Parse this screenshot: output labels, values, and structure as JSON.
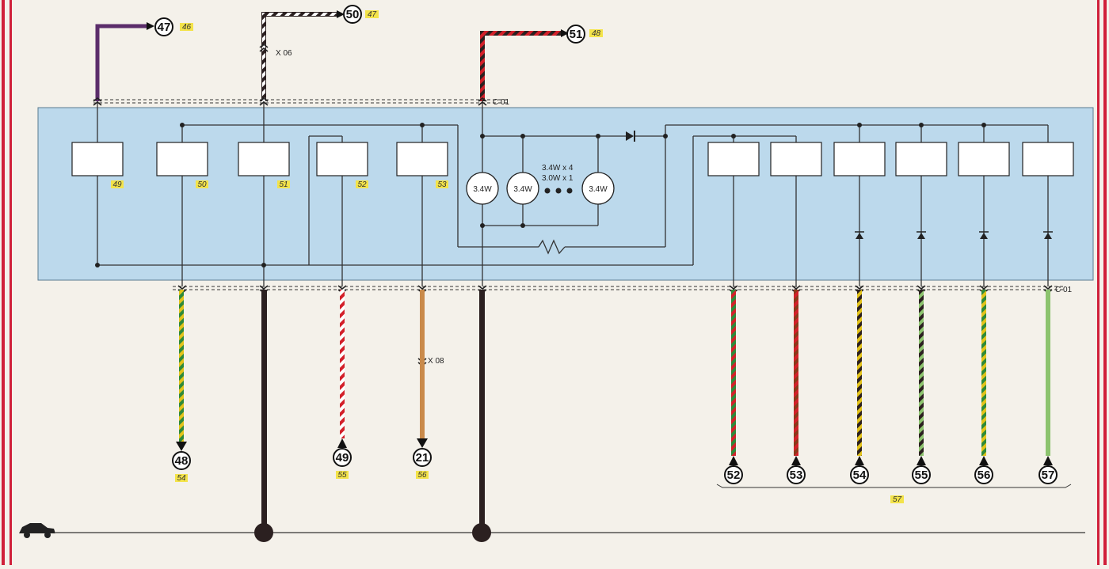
{
  "colors": {
    "panel": "#bcd9ec",
    "border": "#d0203a",
    "wire": "#333333",
    "ref_tag_bg": "#f3e34a",
    "purple": "#5b2d6b",
    "black": "#2b2020",
    "brown": "#8b3a1a",
    "red": "#d3202a",
    "green": "#2e8a3a",
    "yellow": "#e3c31a",
    "orange": "#c98a4a",
    "white": "#ffffff",
    "light_green": "#8cc36e"
  },
  "connector_label": "C 01",
  "harness_upper_label": "X 06",
  "harness_lower_label": "X 08",
  "lamp_group_label_1": "3.4W x 4",
  "lamp_group_label_2": "3.0W x 1",
  "vehicle_icon": "car-icon",
  "top_terminals": [
    {
      "num": "47",
      "ref": "46"
    },
    {
      "num": "50",
      "ref": "47"
    },
    {
      "num": "51",
      "ref": "48"
    }
  ],
  "modules": [
    {
      "ref": "49"
    },
    {
      "ref": "50"
    },
    {
      "ref": "51"
    },
    {
      "ref": "52"
    },
    {
      "ref": "53"
    },
    {
      "ref": ""
    },
    {
      "ref": ""
    },
    {
      "ref": ""
    },
    {
      "ref": ""
    },
    {
      "ref": ""
    },
    {
      "ref": ""
    }
  ],
  "lamps": [
    {
      "label": "3.4W"
    },
    {
      "label": "3.4W"
    },
    {
      "label": "3.4W"
    }
  ],
  "bottom_terminals": [
    {
      "num": "48",
      "ref": "54"
    },
    {
      "num": "49",
      "ref": "55"
    },
    {
      "num": "21",
      "ref": "56"
    },
    {
      "num": "52",
      "ref": ""
    },
    {
      "num": "53",
      "ref": ""
    },
    {
      "num": "54",
      "ref": ""
    },
    {
      "num": "55",
      "ref": ""
    },
    {
      "num": "56",
      "ref": ""
    },
    {
      "num": "57",
      "ref": ""
    }
  ],
  "group_ref": "57"
}
